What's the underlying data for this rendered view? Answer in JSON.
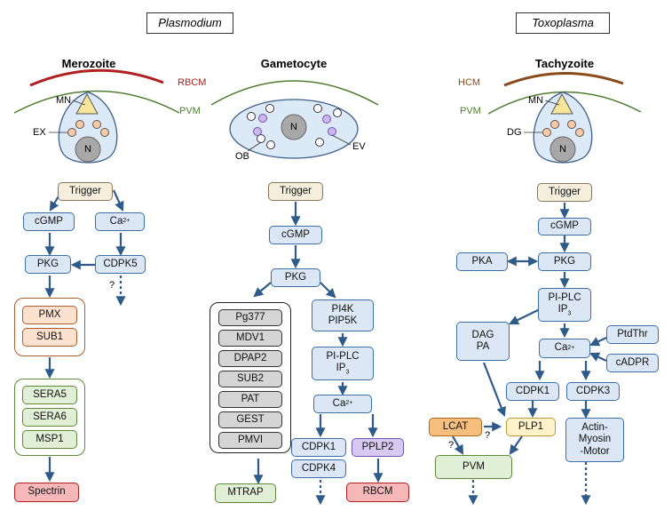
{
  "headers": {
    "plasmodium": "Plasmodium",
    "toxoplasma": "Toxoplasma"
  },
  "cells": {
    "merozoite": "Merozoite",
    "gametocyte": "Gametocyte",
    "tachyzoite": "Tachyzoite"
  },
  "membranes": {
    "rbcm": "RBCM",
    "pvm": "PVM",
    "hcm": "HCM",
    "pvm2": "PVM"
  },
  "organelles": {
    "mn": "MN",
    "ex": "EX",
    "n": "N",
    "ob": "OB",
    "ev": "EV",
    "dg": "DG"
  },
  "merozoite_path": {
    "trigger": "Trigger",
    "cgmp": "cGMP",
    "ca_base": "Ca",
    "ca_sup": "2+",
    "pkg": "PKG",
    "cdpk5": "CDPK5",
    "unknown": "?",
    "pmx": "PMX",
    "sub1": "SUB1",
    "sera5": "SERA5",
    "sera6": "SERA6",
    "msp1": "MSP1",
    "spectrin": "Spectrin"
  },
  "gametocyte_path": {
    "trigger": "Trigger",
    "cgmp": "cGMP",
    "pkg": "PKG",
    "proteins": [
      "Pg377",
      "MDV1",
      "DPAP2",
      "SUB2",
      "PAT",
      "GEST",
      "PMVI"
    ],
    "mtrap": "MTRAP",
    "pi4k": "PI4K",
    "pip5k": "PIP5K",
    "piplc": "PI-PLC",
    "ip_base": "IP",
    "ip_sub": "3",
    "ca_base": "Ca",
    "ca_sup": "2+",
    "cdpk1": "CDPK1",
    "cdpk4": "CDPK4",
    "pplp2": "PPLP2",
    "rbcm": "RBCM"
  },
  "tachyzoite_path": {
    "trigger": "Trigger",
    "cgmp": "cGMP",
    "pka": "PKA",
    "pkg": "PKG",
    "piplc": "PI-PLC",
    "ip_base": "IP",
    "ip_sub": "3",
    "dag": "DAG",
    "pa": "PA",
    "ca_base": "Ca",
    "ca_sup": "2+",
    "ptdthr": "PtdThr",
    "cadpr": "cADPR",
    "cdpk1": "CDPK1",
    "cdpk3": "CDPK3",
    "lcat": "LCAT",
    "plp1": "PLP1",
    "pvm": "PVM",
    "actin": "Actin-",
    "myosin": "Myosin",
    "motor": "-Motor",
    "q1": "?",
    "q2": "?"
  },
  "colors": {
    "arrow": "#2e5b8a",
    "rbcm": "#b02020",
    "pvm": "#4f7d2f",
    "hcm": "#8a4a1c",
    "cell": "#dce9f6"
  },
  "icons": [
    "membrane-arc",
    "cell-body",
    "nucleus",
    "micronemes",
    "dense-granules",
    "vesicles"
  ]
}
